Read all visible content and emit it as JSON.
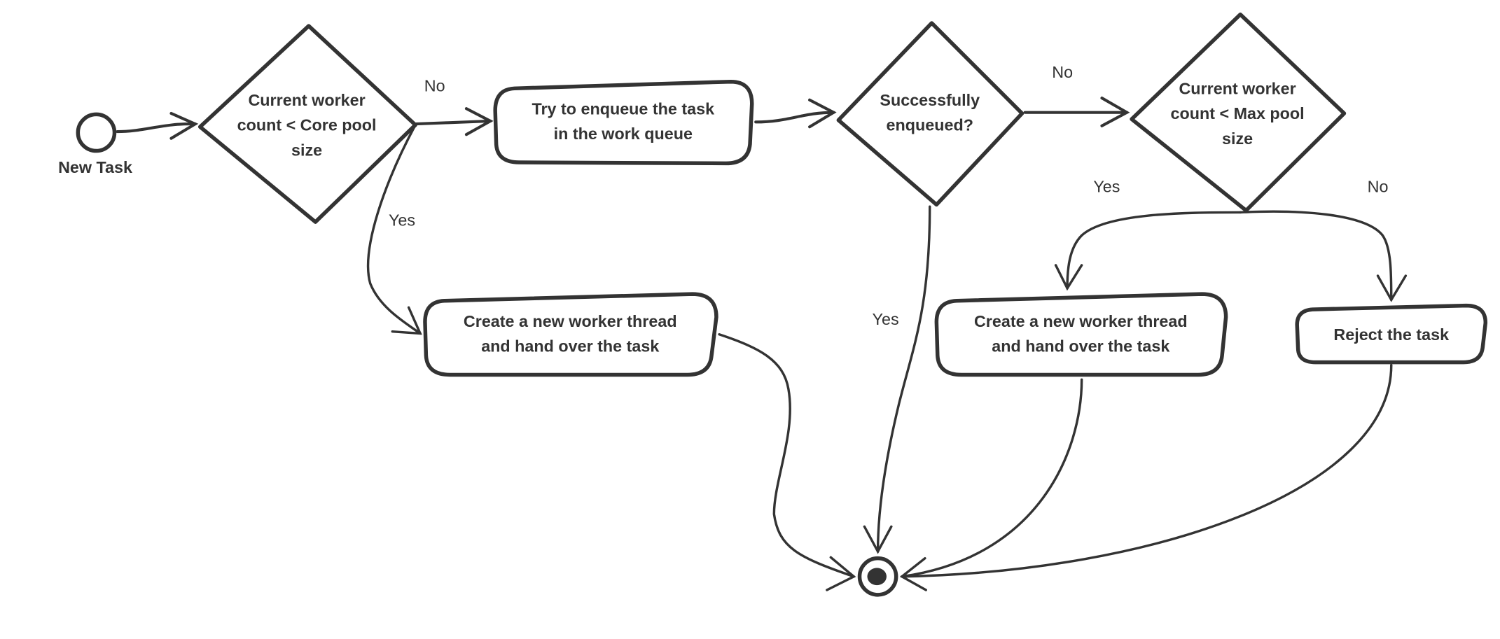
{
  "diagram": {
    "start": {
      "label": "New Task"
    },
    "decision_core": {
      "lines": [
        "Current worker",
        "count < Core pool",
        "size"
      ]
    },
    "enqueue": {
      "lines": [
        "Try to enqueue the task",
        "in the work queue"
      ]
    },
    "decision_enqueued": {
      "lines": [
        "Successfully",
        "enqueued?"
      ]
    },
    "decision_max": {
      "lines": [
        "Current worker",
        "count < Max pool",
        "size"
      ]
    },
    "create_worker_core": {
      "lines": [
        "Create a new worker thread",
        "and hand over the task"
      ]
    },
    "create_worker_max": {
      "lines": [
        "Create a new worker thread",
        "and hand over the task"
      ]
    },
    "reject": {
      "lines": [
        "Reject the task"
      ]
    },
    "edge_labels": {
      "core_no": "No",
      "core_yes": "Yes",
      "enqueued_no": "No",
      "enqueued_yes": "Yes",
      "max_yes": "Yes",
      "max_no": "No"
    }
  }
}
